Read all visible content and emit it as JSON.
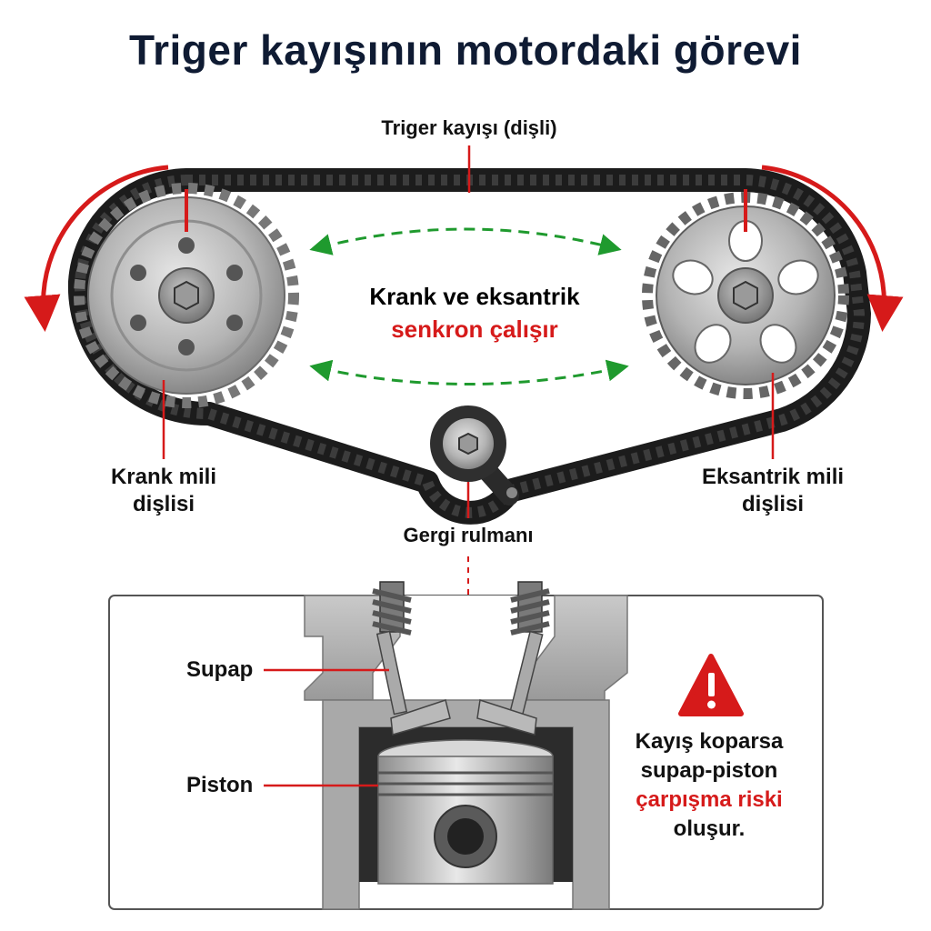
{
  "title": "Triger kayışının motordaki görevi",
  "labels": {
    "belt": "Triger kayışı (dişli)",
    "crank_line1": "Krank mili",
    "crank_line2": "dişlisi",
    "cam_line1": "Eksantrik mili",
    "cam_line2": "dişlisi",
    "tensioner": "Gergi rulmanı",
    "valve": "Supap",
    "piston": "Piston"
  },
  "center": {
    "line1": "Krank ve eksantrik",
    "line2": "senkron çalışır"
  },
  "warning": {
    "line1": "Kayış koparsa",
    "line2": "supap-piston",
    "line3": "çarpışma riski",
    "line4": "oluşur."
  },
  "colors": {
    "accent_red": "#d61a1a",
    "sync_green": "#1f9a2e",
    "belt": "#1c1c1c",
    "title": "#0f1b33"
  },
  "icons": [
    "warning-triangle-icon",
    "rotation-arrow-icon",
    "hex-bolt-icon"
  ]
}
